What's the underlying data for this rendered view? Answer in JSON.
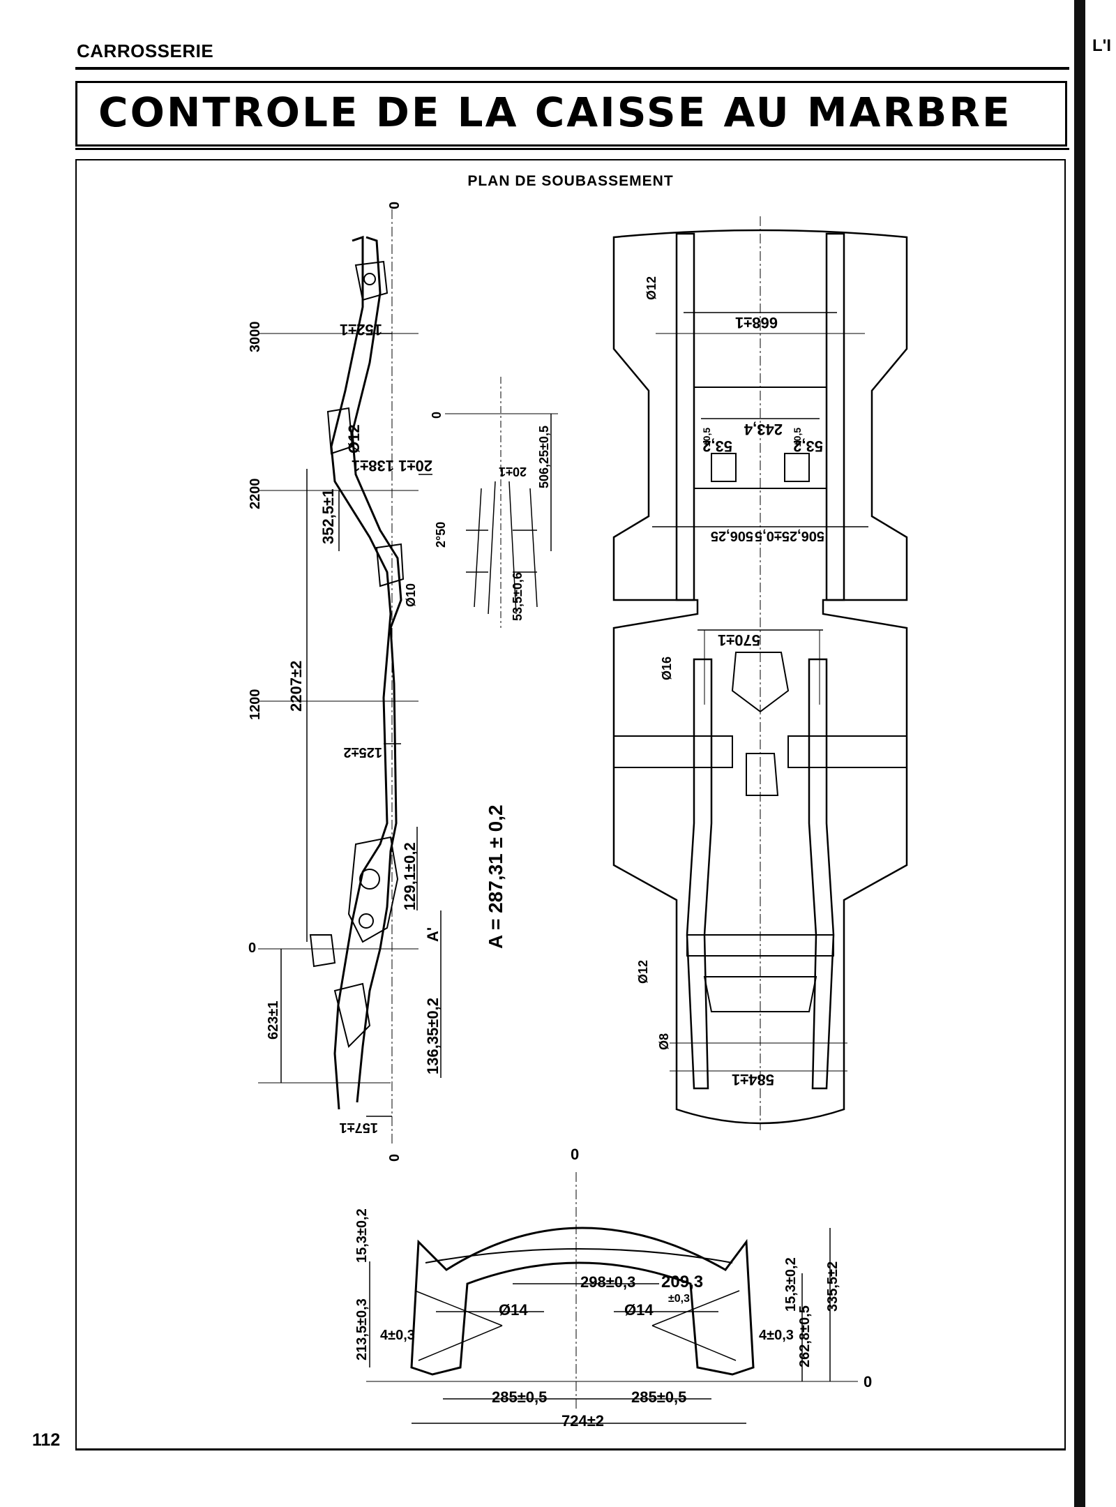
{
  "header": {
    "section": "CARROSSERIE",
    "title": "CONTROLE DE LA CAISSE AU MARBRE"
  },
  "panel": {
    "title": "PLAN DE SOUBASSEMENT"
  },
  "side_view": {
    "stations": [
      "3000",
      "2200",
      "1200",
      "0"
    ],
    "zero_top": "0",
    "zero_bottom": "0",
    "dims": {
      "d152": "152±1",
      "d138": "138±1",
      "d20": "20±1",
      "d352": "352,5±1",
      "d12": "Ø12",
      "d2207": "2207±2",
      "d125": "125±2",
      "d129": "129,1±0,2",
      "dA": "A'",
      "d623": "623±1",
      "d136": "136,35±0,2",
      "d157": "157±1",
      "d10": "Ø10"
    }
  },
  "detail": {
    "zero": "0",
    "d506": "506,25±0,5",
    "d20": "20±1",
    "d250": "2°50",
    "d53": "53,5±0,6"
  },
  "formula": "A = 287,31 ± 0,2",
  "plan_view": {
    "d668": "668±1",
    "d12_top": "Ø12",
    "d2434": "243,4",
    "d532_left": "53,2",
    "d532_right": "53,2",
    "d50_left": "±0,5",
    "d50_right": "±0,5",
    "d50625_left": "506,25",
    "d50625_right": "506,25±0,5",
    "d570": "570±1",
    "d16": "Ø16",
    "d12_rear": "Ø12",
    "d8": "Ø8",
    "d584": "584±1"
  },
  "front_view": {
    "zero_top": "0",
    "zero_right": "0",
    "d153_left": "15,3±0,2",
    "d2135": "213,5±0,3",
    "d4_left": "4±0,3",
    "d298": "298±0,3",
    "d2093": "209,3",
    "d2093_tol": "±0,3",
    "d14_left": "Ø14",
    "d14_right": "Ø14",
    "d153_right": "15,3±0,2",
    "d2628": "262,8±0,5",
    "d3355": "335,5±2",
    "d4_right": "4±0,3",
    "d285_left": "285±0,5",
    "d285_right": "285±0,5",
    "d724": "724±2"
  },
  "footer": {
    "page_number": "112"
  },
  "side_strip": {
    "edge_text": "L'I"
  }
}
